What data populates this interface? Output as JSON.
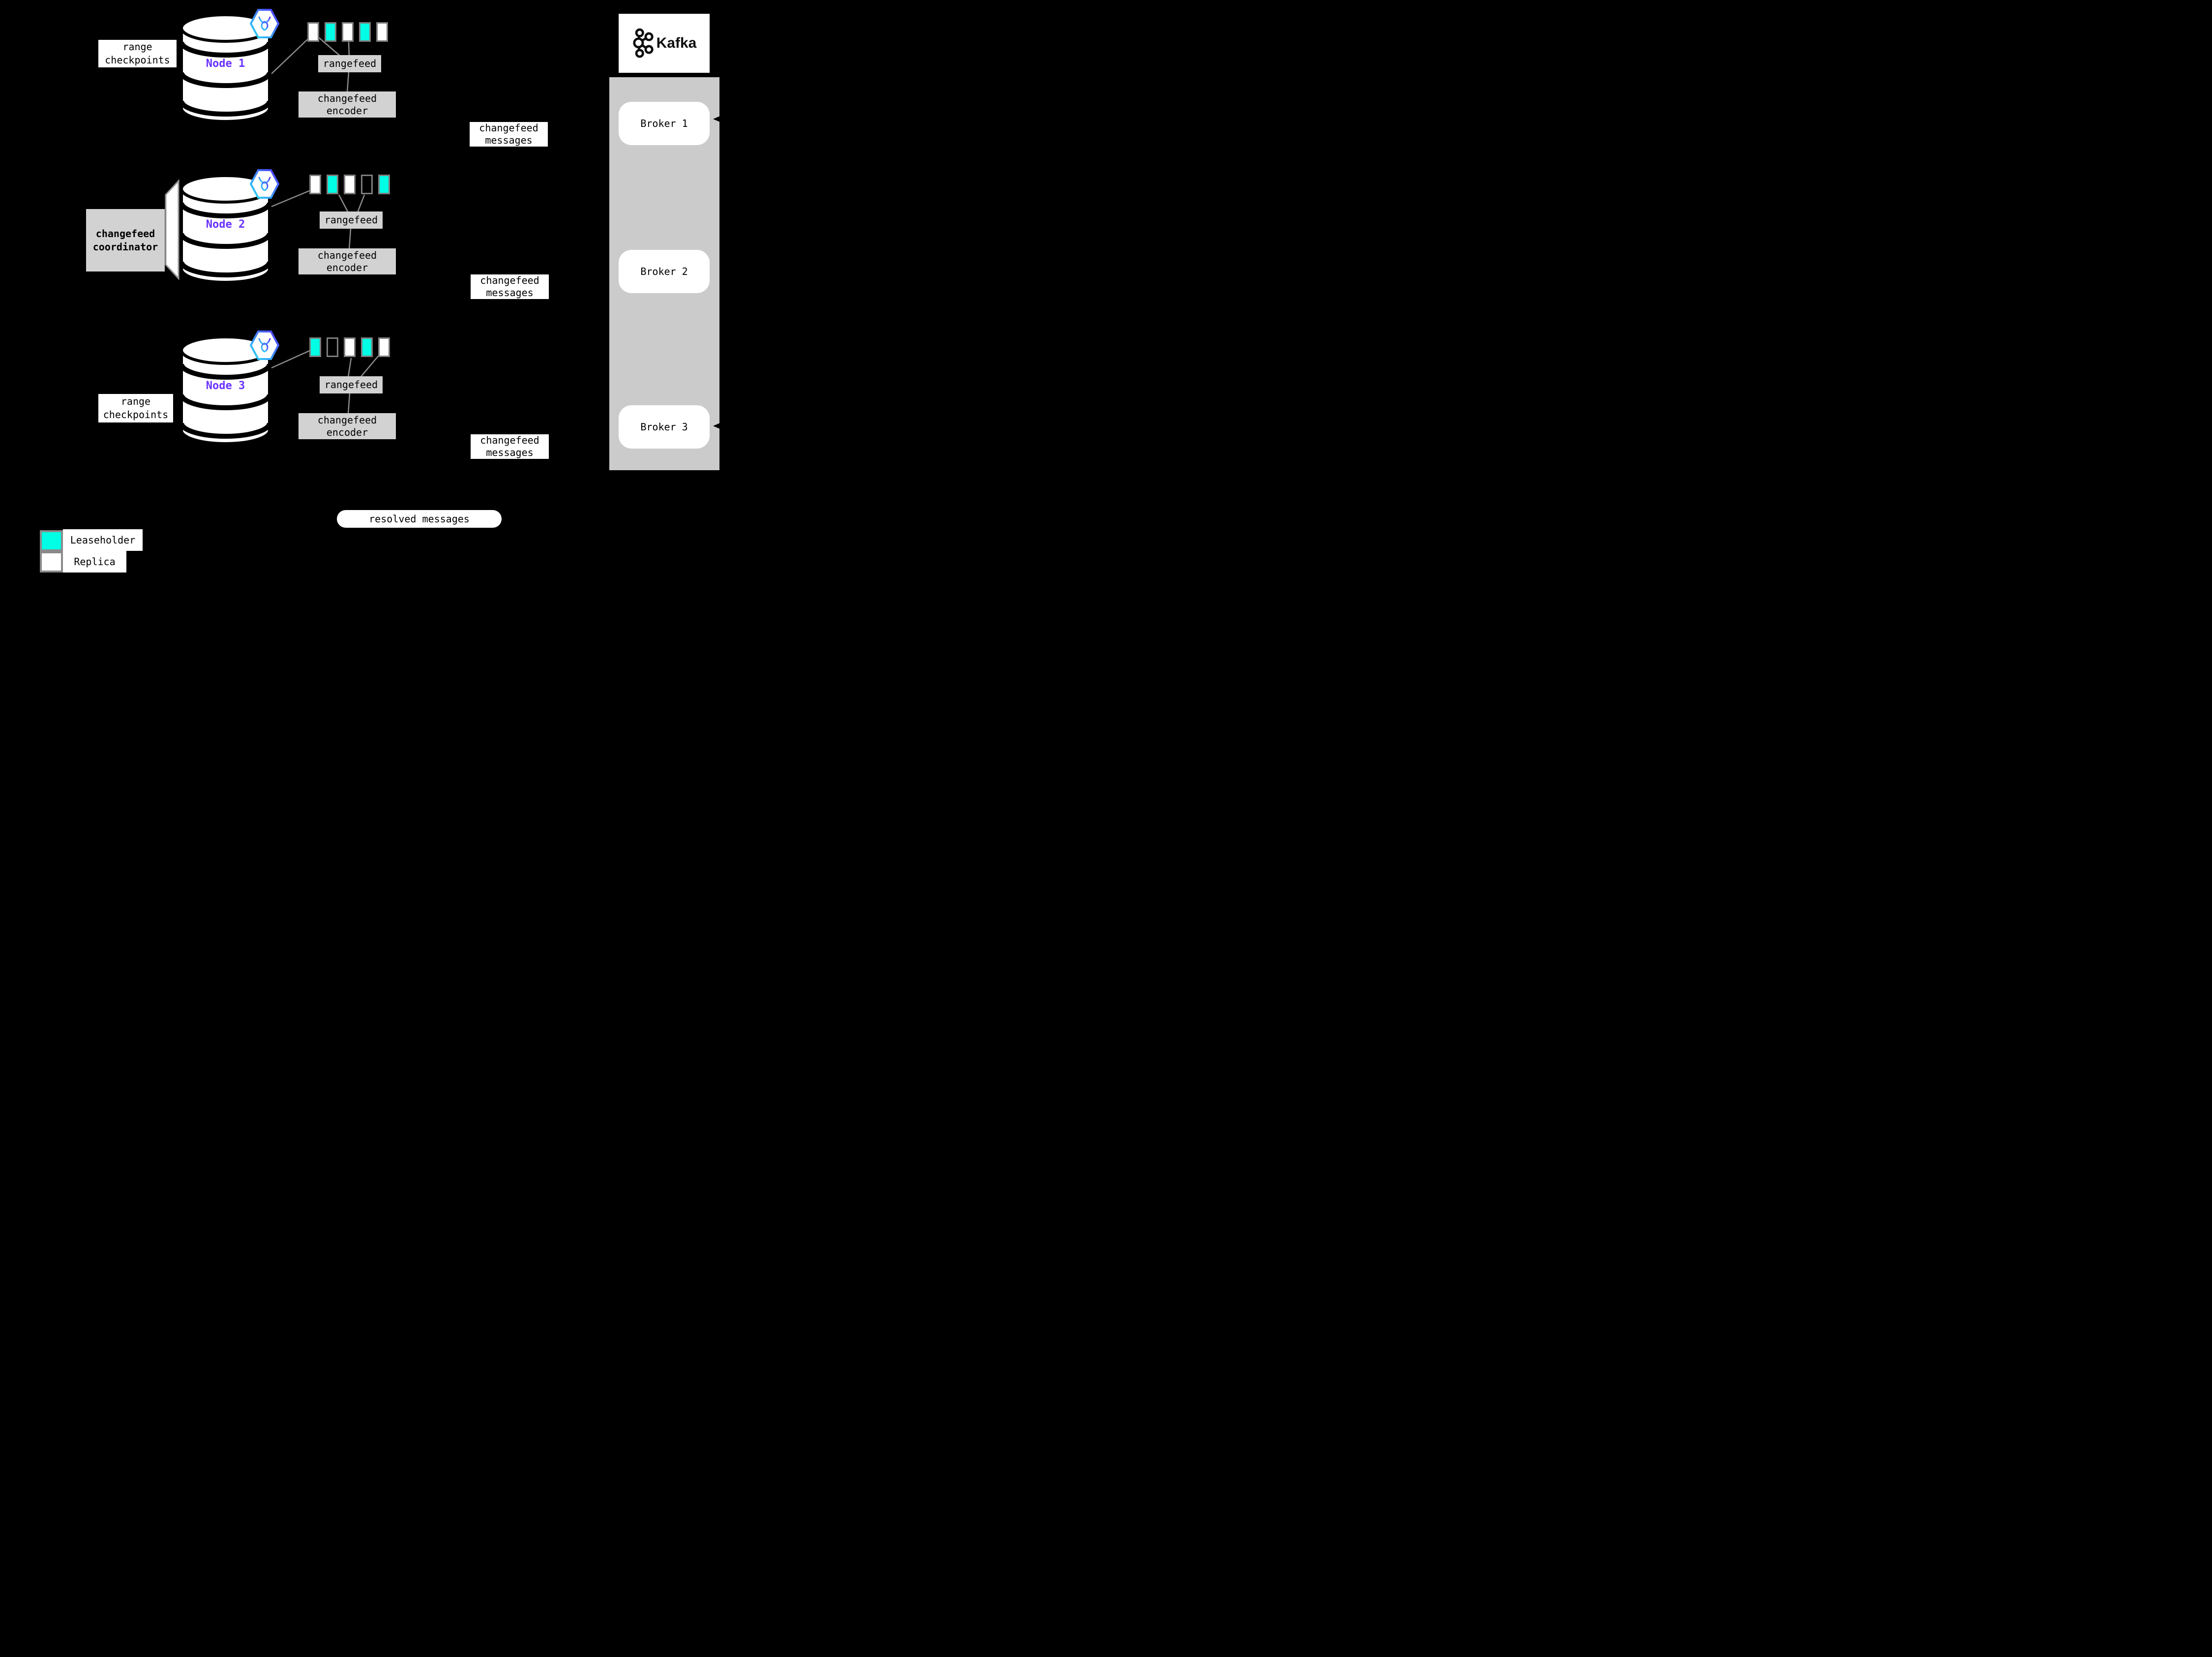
{
  "diagram": {
    "nodes": [
      {
        "label": "Node 1",
        "ranges": [
          "replica",
          "leaseholder",
          "replica",
          "leaseholder",
          "replica"
        ]
      },
      {
        "label": "Node 2",
        "ranges": [
          "replica",
          "leaseholder",
          "replica",
          "empty",
          "leaseholder"
        ]
      },
      {
        "label": "Node 3",
        "ranges": [
          "leaseholder",
          "empty",
          "replica",
          "leaseholder",
          "replica"
        ]
      }
    ],
    "labels": {
      "range_checkpoints": "range checkpoints",
      "coordinator": "changefeed coordinator",
      "rangefeed": "rangefeed",
      "encoder": "changefeed encoder",
      "messages": "changefeed messages",
      "resolved": "resolved messages"
    },
    "kafka": {
      "title": "Kafka",
      "brokers": [
        "Broker 1",
        "Broker 2",
        "Broker 3"
      ]
    },
    "legend": {
      "leaseholder_label": "Leaseholder",
      "replica_label": "Replica"
    },
    "colors": {
      "leaseholder": "#00ffe5",
      "replica": "#ffffff",
      "empty": "transparent",
      "node_label": "#6933ff",
      "container_gray": "#cbcbcb",
      "box_gray": "#d2d2d2",
      "line_gray": "#8c8c8c"
    }
  }
}
